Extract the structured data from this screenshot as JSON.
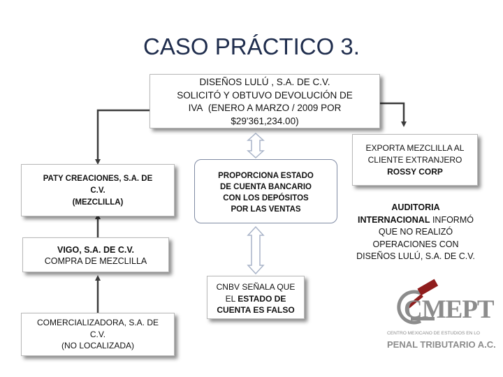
{
  "title": "CASO PRÁCTICO 3.",
  "main_box": {
    "line1": "DISEÑOS LULÚ , S.A. DE C.V.",
    "line2": "SOLICITÓ Y OBTUVO DEVOLUCIÓN DE",
    "line3_a": "IVA",
    "line3_b": "(ENERO A MARZO / 2009 POR",
    "line4": "$29'361,234.00)"
  },
  "paty_box": {
    "line1": "PATY CREACIONES, S.A. DE",
    "line2": "C.V.",
    "line3": "(MEZCLILLA)"
  },
  "statement_box": {
    "line1": "PROPORCIONA ESTADO",
    "line2": "DE  CUENTA BANCARIO",
    "line3": "CON LOS DEPÓSITOS",
    "line4": "POR LAS VENTAS"
  },
  "export_box": {
    "line1": "EXPORTA MEZCLILLA AL",
    "line2": "CLIENTE EXTRANJERO",
    "line3": "ROSSY CORP"
  },
  "audit_text": {
    "line1": "AUDITORIA",
    "line2_a": "INTERNACIONAL",
    "line2_b": "INFORMÓ",
    "line3": "QUE NO REALIZÓ",
    "line4": "OPERACIONES CON",
    "line5": "DISEÑOS LULÚ, S.A. DE C.V."
  },
  "vigo_box": {
    "line1": "VIGO, S.A. DE C.V.",
    "line2": "COMPRA DE MEZCLILLA"
  },
  "cnbv_box": {
    "line1": "CNBV  SEÑALA QUE",
    "line2_a": "EL",
    "line2_b": "ESTADO DE",
    "line3": "CUENTA ES FALSO"
  },
  "comercializadora_box": {
    "line1": "COMERCIALIZADORA, S.A. DE",
    "line2": "C.V.",
    "line3": "(NO LOCALIZADA)"
  },
  "logo": {
    "mark": "CMEPT",
    "line1": "CENTRO MEXICANO DE ESTUDIOS EN LO",
    "line2": "PENAL TRIBUTARIO A.C."
  },
  "colors": {
    "title": "#1f2d4d",
    "arrow_line": "#3b3b3b",
    "arrow_outline": "#a9b4c8",
    "logo_gray": "#8c8c8c",
    "logo_red": "#8f1d1d"
  }
}
